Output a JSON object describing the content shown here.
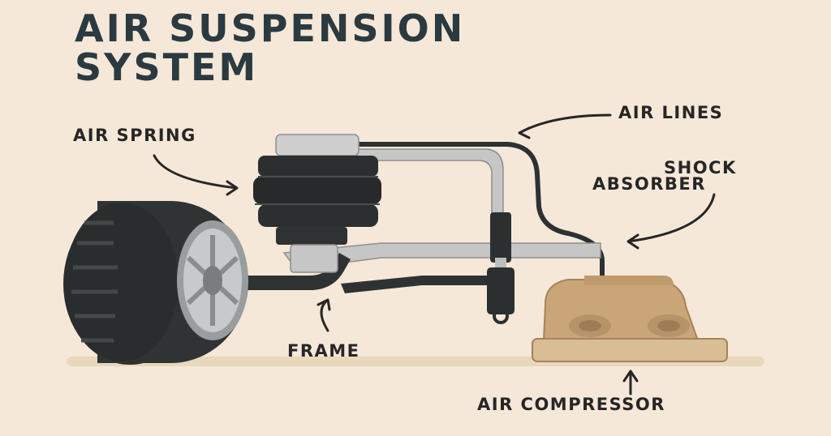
{
  "title": {
    "line1": "AIR SUSPENSION",
    "line2": "SYSTEM"
  },
  "labels": {
    "air_spring": "AIR SPRING",
    "air_lines": "AIR LINES",
    "shock_absorber_line1": "SHOCK",
    "shock_absorber_line2": "ABSORBER",
    "frame": "FRAME",
    "air_compressor": "AIR COMPRESSOR"
  },
  "colors": {
    "background": "#f5e8d8",
    "title": "#2b3a40",
    "tire": "#2a2d2e",
    "metal": "#c9c9c9",
    "compressor": "#d8b88d",
    "ground": "#ead8bc"
  },
  "icons": [
    "arrow-icon"
  ]
}
